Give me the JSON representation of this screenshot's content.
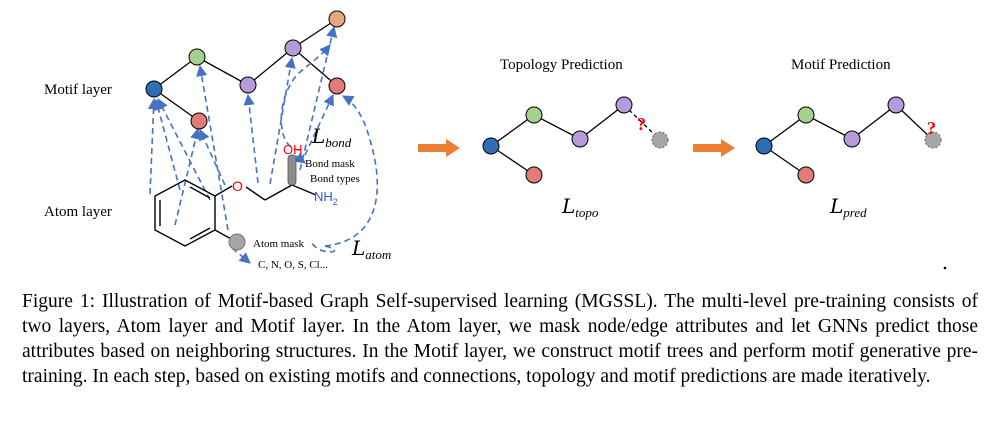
{
  "figure": {
    "labels": {
      "motif_layer": "Motif layer",
      "atom_layer": "Atom layer",
      "topology_title": "Topology Prediction",
      "motif_title": "Motif Prediction",
      "oh": "OH",
      "o": "O",
      "nh": "NH",
      "nh_sub": "2",
      "bond_mask": "Bond mask",
      "bond_types": "Bond types",
      "atom_mask": "Atom mask",
      "atom_types": "C, N, O, S, Cl...",
      "question": "?"
    },
    "losses": {
      "bond": {
        "base": "L",
        "sub": "bond"
      },
      "atom": {
        "base": "L",
        "sub": "atom"
      },
      "topo": {
        "base": "L",
        "sub": "topo"
      },
      "pred": {
        "base": "L",
        "sub": "pred"
      }
    },
    "colors": {
      "blue_node": "#2f6db5",
      "green_node": "#a9d18e",
      "purple_node": "#b99ad8",
      "red_node": "#e07b78",
      "orange_node": "#e5a87e",
      "gray_node": "#a6a6a6",
      "arrow_dash": "#4472c4",
      "process_arrow": "#ed7d31",
      "oxygen": "#ff0000",
      "nitrogen": "#2e5bd7",
      "question": "#ff0000"
    }
  },
  "caption": {
    "label": "Figure 1:",
    "text": "Illustration of Motif-based Graph Self-supervised learning (MGSSL). The multi-level pre-training consists of two layers, Atom layer and Motif layer. In the Atom layer, we mask node/edge attributes and let GNNs predict those attributes based on neighboring structures. In the Motif layer, we construct motif trees and perform motif generative pre-training. In each step, based on existing motifs and connections, topology and motif predictions are made iteratively."
  }
}
